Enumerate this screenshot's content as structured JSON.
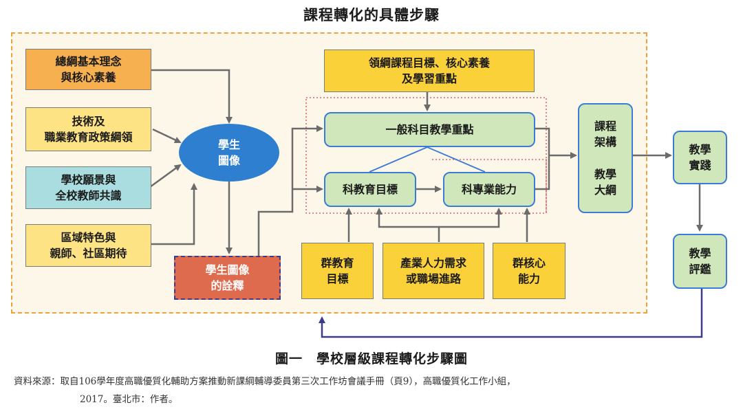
{
  "title": "課程轉化的具體步驟",
  "boxes": {
    "general_concept": "總綱基本理念\n與核心素養",
    "tech_policy": "技術及\n職業教育政策綱領",
    "school_vision": "學校願景與\n全校教師共識",
    "regional": "區域特色與\n親師、社區期待",
    "student_image": "學生\n圖像",
    "student_image_interp": "學生圖像\n的詮釋",
    "guideline_goals": "領綱課程目標、核心素養\n及學習重點",
    "general_subject": "一般科目教學重點",
    "dept_goals": "科教育目標",
    "dept_competence": "科專業能力",
    "group_goals": "群教育\n目標",
    "industry_needs": "產業人力需求\n或職場進路",
    "group_core": "群核心\n能力",
    "curriculum_structure": "課程\n架構\n\n教學\n大綱",
    "teaching_practice": "教學\n實踐",
    "teaching_evaluation": "教學\n評鑑"
  },
  "caption": "圖一　學校層級課程轉化步驟圖",
  "source_line1": "資料來源：取自106學年度高職優質化輔助方案推動新課綱輔導委員第三次工作坊會議手冊（頁9），高職優質化工作小組，",
  "source_line2": "2017。臺北市：作者。",
  "colors": {
    "frame_border": "#f0a23a",
    "oval": "#2e7fd0",
    "green_box_border": "#3a7bd5",
    "arrow": "#6b6b6b",
    "feedback_arrow": "#3b3b8a"
  }
}
